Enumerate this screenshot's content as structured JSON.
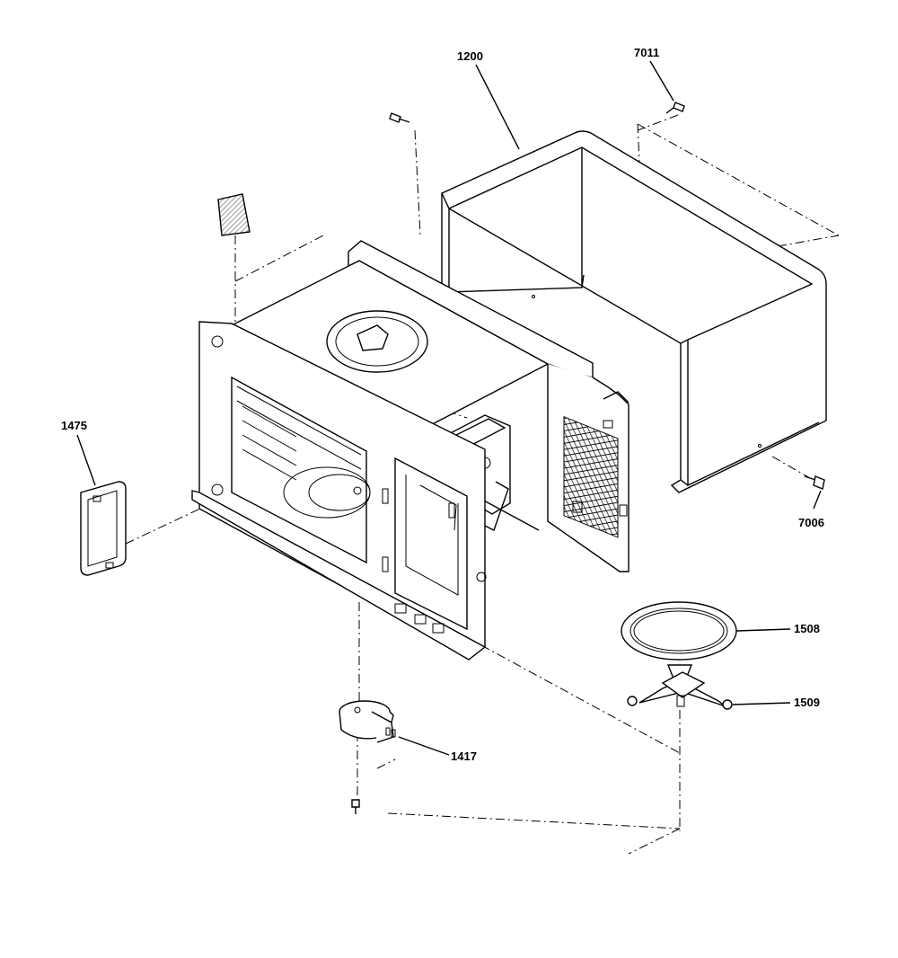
{
  "diagram": {
    "parts": [
      {
        "id": "p1200",
        "number": "1200",
        "name": "outer-case"
      },
      {
        "id": "p7011",
        "number": "7011",
        "name": "top-screw"
      },
      {
        "id": "p7006",
        "number": "7006",
        "name": "rear-screw"
      },
      {
        "id": "p1475",
        "number": "1475",
        "name": "waveguide-cover"
      },
      {
        "id": "p1508",
        "number": "1508",
        "name": "glass-turntable-tray"
      },
      {
        "id": "p1509",
        "number": "1509",
        "name": "roller-ring-support"
      },
      {
        "id": "p1417",
        "number": "1417",
        "name": "turntable-motor"
      }
    ]
  },
  "colors": {
    "line": "#000000",
    "background": "#ffffff",
    "hatch": "#808080"
  }
}
